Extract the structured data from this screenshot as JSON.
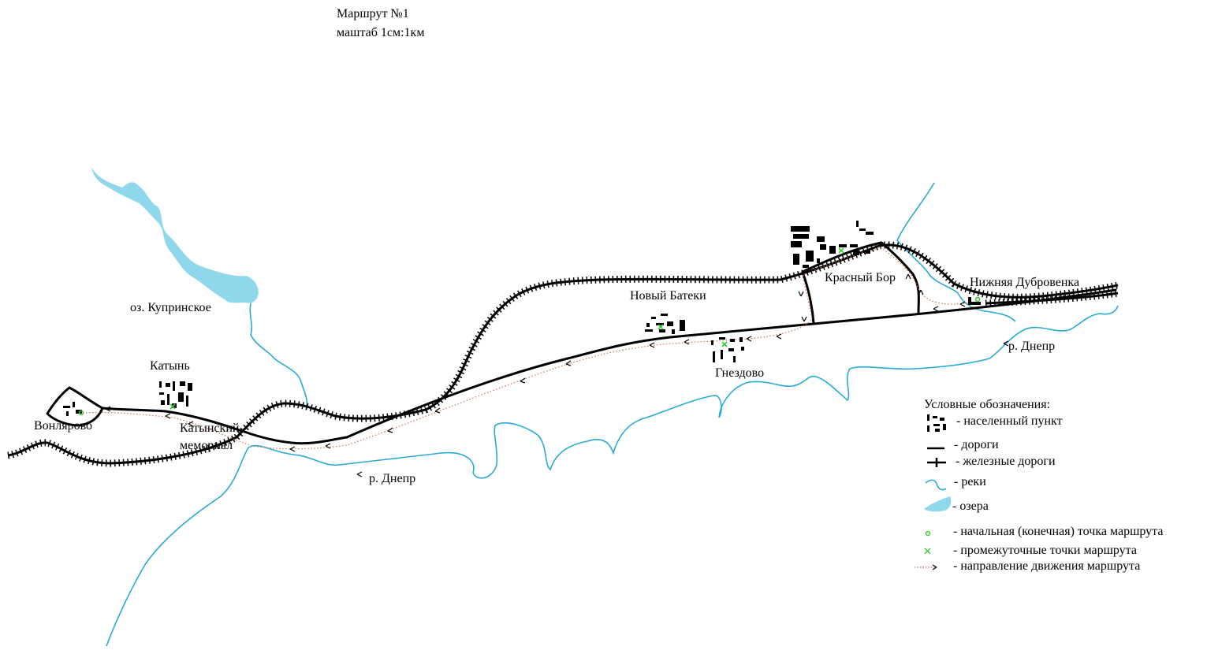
{
  "header": {
    "title": "Маршрут №1",
    "scale": "маштаб 1см:1км"
  },
  "places": {
    "kuprinskoe": "оз. Купринское",
    "katyn": "Катынь",
    "vonlyarovo": "Вонлярово",
    "katyn_memorial_1": "Катынский",
    "katyn_memorial_2": "мемориал",
    "dnepr_west": "р. Днепр",
    "novy_bateki": "Новый Батеки",
    "gnezdovo": "Гнездово",
    "krasny_bor": "Красный Бор",
    "nizhnyaya_dubrovenka": "Нижняя Дубровенка",
    "dnepr_east": "р. Днепр"
  },
  "legend": {
    "title": "Условные обозначения:",
    "items": [
      {
        "key": "settlement",
        "label": "- населенный пункт"
      },
      {
        "key": "road",
        "label": "- дороги"
      },
      {
        "key": "railway",
        "label": "- железные дороги"
      },
      {
        "key": "river",
        "label": "- реки"
      },
      {
        "key": "lake",
        "label": "- озера"
      },
      {
        "key": "start",
        "label": "- начальная (конечная) точка маршрута"
      },
      {
        "key": "waypoint",
        "label": "- промежуточные точки маршрута"
      },
      {
        "key": "direction",
        "label": "- направление движения маршрута"
      }
    ]
  },
  "colors": {
    "water": "#29a9d6",
    "lake": "#8fd8ec",
    "road": "#000000",
    "route": "#c87850",
    "marker": "#33cc33"
  }
}
